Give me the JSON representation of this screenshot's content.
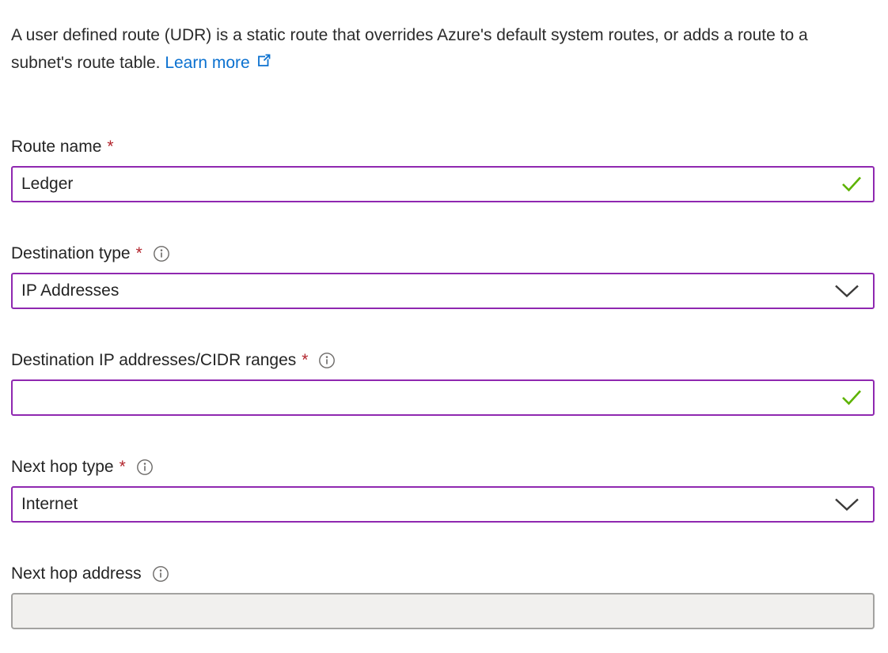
{
  "intro": {
    "text": "A user defined route (UDR) is a static route that overrides Azure's default system routes, or adds a route to a subnet's route table.",
    "link_label": "Learn more"
  },
  "required_marker": "*",
  "fields": {
    "route_name": {
      "label": "Route name",
      "value": "Ledger",
      "required": true,
      "valid": true
    },
    "destination_type": {
      "label": "Destination type",
      "value": "IP Addresses",
      "required": true
    },
    "destination_cidr": {
      "label": "Destination IP addresses/CIDR ranges",
      "value": "",
      "required": true,
      "valid": true
    },
    "next_hop_type": {
      "label": "Next hop type",
      "value": "Internet",
      "required": true
    },
    "next_hop_address": {
      "label": "Next hop address",
      "value": "",
      "disabled": true
    }
  },
  "icons": {
    "info": "info-icon",
    "external_link": "external-link-icon",
    "valid_check": "checkmark-icon",
    "dropdown": "chevron-down-icon"
  },
  "colors": {
    "accent_border": "#8f28b0",
    "link": "#0b71d0",
    "required": "#b2242c",
    "valid_check": "#5db300",
    "text": "#242424",
    "info_icon": "#6b6967",
    "chevron": "#3b3a39",
    "disabled_bg": "#f1f0ee",
    "disabled_border": "#a3a2a0"
  }
}
